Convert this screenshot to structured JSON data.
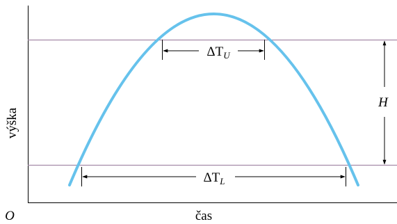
{
  "diagram": {
    "y_axis_label": "výška",
    "x_axis_label": "čas",
    "origin_label": "O",
    "upper_interval": {
      "symbol": "ΔT",
      "subscript": "U"
    },
    "lower_interval": {
      "symbol": "ΔT",
      "subscript": "L"
    },
    "height_label": "H",
    "colors": {
      "curve": "#66c2ec",
      "reference_lines": "#a58aa8",
      "axes": "#000000",
      "annotations": "#000000"
    }
  }
}
